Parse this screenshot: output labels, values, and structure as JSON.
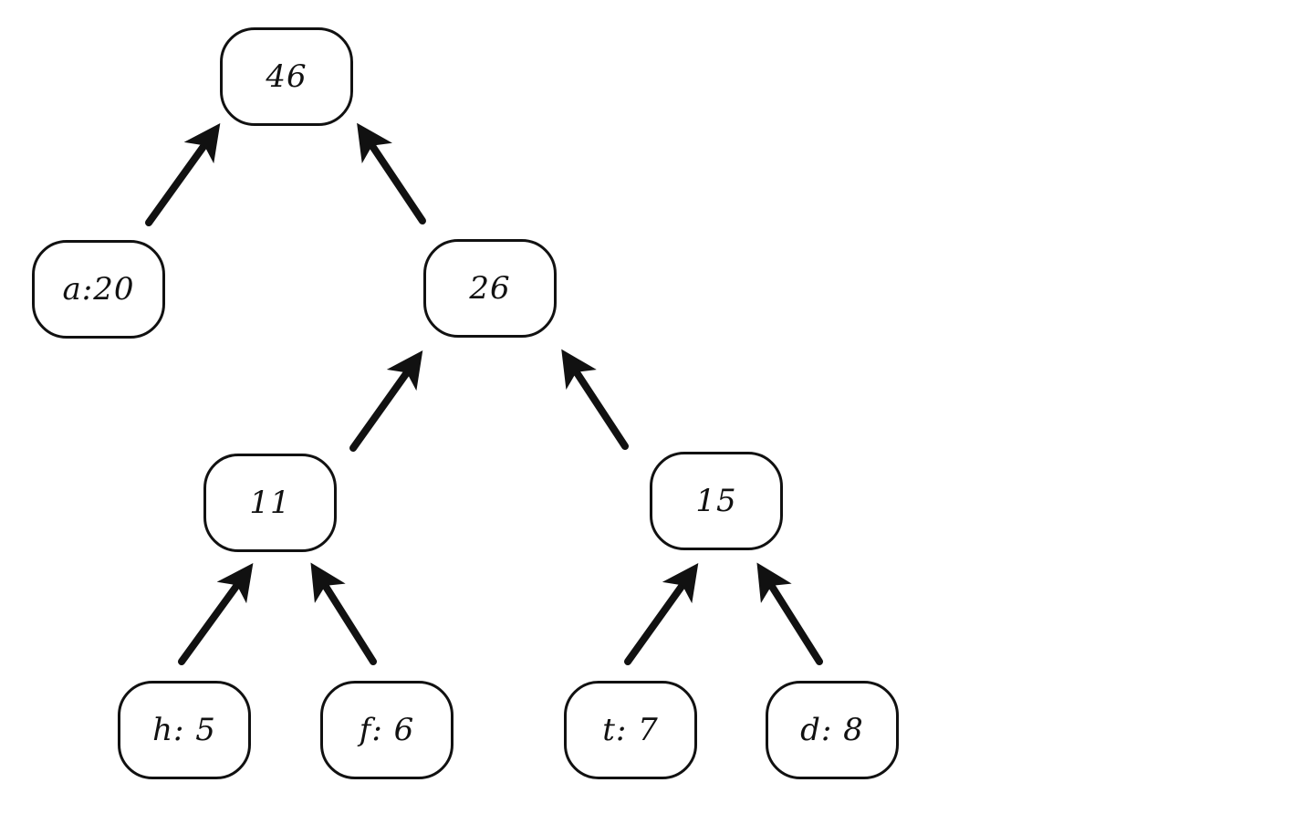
{
  "diagram": {
    "type": "tree",
    "nodes": [
      {
        "id": "n46",
        "label": "46"
      },
      {
        "id": "na20",
        "label": "a:20"
      },
      {
        "id": "n26",
        "label": "26"
      },
      {
        "id": "n11",
        "label": "11"
      },
      {
        "id": "n15",
        "label": "15"
      },
      {
        "id": "nh5",
        "label": "h: 5"
      },
      {
        "id": "nf6",
        "label": "f: 6"
      },
      {
        "id": "nt7",
        "label": "t: 7"
      },
      {
        "id": "nd8",
        "label": "d: 8"
      }
    ],
    "edges": [
      {
        "from": "na20",
        "to": "n46"
      },
      {
        "from": "n26",
        "to": "n46"
      },
      {
        "from": "n11",
        "to": "n26"
      },
      {
        "from": "n15",
        "to": "n26"
      },
      {
        "from": "nh5",
        "to": "n11"
      },
      {
        "from": "nf6",
        "to": "n11"
      },
      {
        "from": "nt7",
        "to": "n15"
      },
      {
        "from": "nd8",
        "to": "n15"
      }
    ],
    "colors": {
      "stroke": "#111111",
      "background": "#ffffff"
    }
  }
}
